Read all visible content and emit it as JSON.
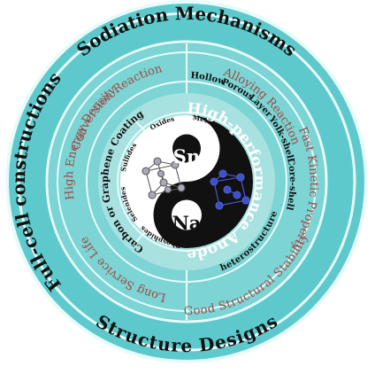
{
  "outer_ring": {
    "top": "Sodiation Mechanisms",
    "left": "Full-cell constructions",
    "bottom": "Structure Designs"
  },
  "middle_ring": {
    "conversion": "Conversion Reaction",
    "alloying": "Alloying Reaction",
    "energy": "High Energy Density",
    "life": "Long Service Life",
    "stability": "Good Structural Stability",
    "kinetic": "Fast Kinetic Property"
  },
  "structures": {
    "hollow": "Hollow",
    "porous": "Porous",
    "layer": "Layer",
    "yolk": "Yolk-shell",
    "core": "Core-shell",
    "hetero": "heterostructure"
  },
  "inner_ring": {
    "coating": "Carbon or Graphene Coating",
    "metals": "Metals",
    "oxides": "Oxides",
    "sulfides": "Sulfides",
    "selenides": "Selenides",
    "phosphides": "Phosphides"
  },
  "center": {
    "sn": "Sn",
    "na": "Na",
    "anode": "High-performance Anode"
  },
  "colors": {
    "outer": "#5ec9cc",
    "middle": "#7dd4d5",
    "inner": "#a7e2e0",
    "ring_line": "#e8fbfb",
    "brown": "#9b4a44",
    "dark": "#111111"
  }
}
